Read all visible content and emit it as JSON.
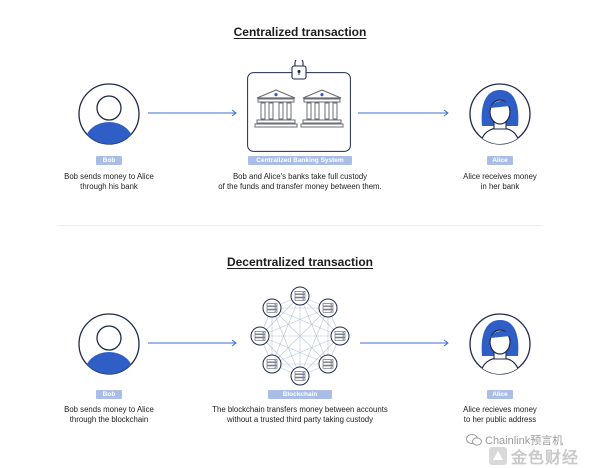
{
  "centralized": {
    "title": "Centralized transaction",
    "left_badge": "Bob",
    "left_caption": "Bob sends money to Alice\nthrough his bank",
    "center_badge": "Centralized Banking System",
    "center_caption": "Bob and Alice's banks take full custody\nof the funds and transfer money between them.",
    "right_badge": "Alice",
    "right_caption": "Alice receives money\nin her bank"
  },
  "decentralized": {
    "title": "Decentralized transaction",
    "left_badge": "Bob",
    "left_caption": "Bob sends money to Alice\nthrough the blockchain",
    "center_badge": "Blockchain",
    "center_caption": "The blockchain transfers money between accounts\nwithout a trusted third party taking custody",
    "right_badge": "Alice",
    "right_caption": "Alice recieves money\nto her public address"
  },
  "watermark": {
    "line1": "Chainlink预言机",
    "line2": "金色财经"
  },
  "colors": {
    "accent_blue": "#2f5fc6",
    "line_blue": "#3d6fd3",
    "badge_blue": "#a9bde6",
    "icon_gray": "#6b6e78",
    "outline_navy": "#1e2a4a"
  },
  "icons": {
    "person": "person-avatar-icon",
    "woman": "woman-avatar-icon",
    "bank": "bank-building-icon",
    "lock": "padlock-icon",
    "node": "server-node-icon"
  }
}
